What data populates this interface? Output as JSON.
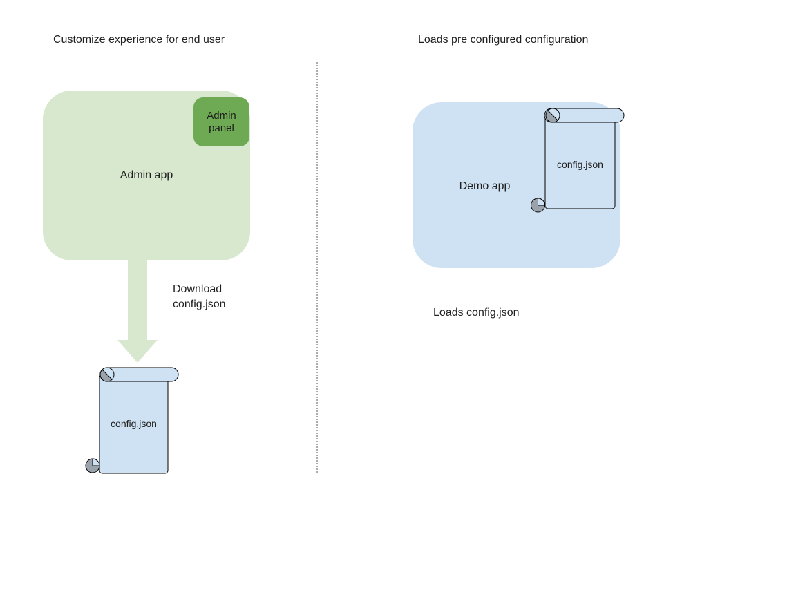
{
  "left": {
    "title": "Customize experience for end user",
    "admin_app_label": "Admin app",
    "admin_panel_label": "Admin panel",
    "arrow_label": "Download config.json",
    "file_label": "config.json"
  },
  "right": {
    "title": "Loads pre configured configuration",
    "demo_app_label": "Demo app",
    "file_label": "config.json",
    "caption": "Loads config.json"
  },
  "colors": {
    "light_green": "#d7e8ce",
    "green": "#6daa53",
    "light_blue": "#cfe2f3",
    "curl_gray": "#9aa2ac",
    "divider_gray": "#ababab",
    "outline": "#000000",
    "text": "#1f1f1f"
  }
}
